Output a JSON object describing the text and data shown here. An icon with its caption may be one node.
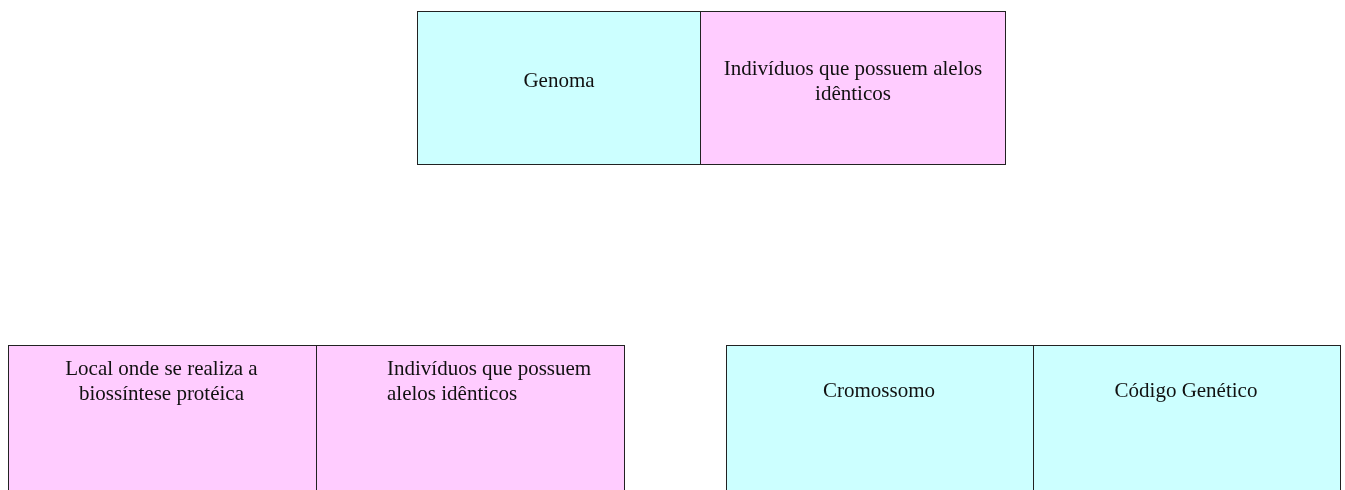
{
  "diagram": {
    "nodes": [
      {
        "text": [
          "Genoma"
        ]
      },
      {
        "text": [
          "Indivíduos que possuem alelos idênticos"
        ]
      },
      {
        "text": [
          "Local onde se realiza a biossíntese protéica"
        ]
      },
      {
        "text": [
          "Indivíduos que possuem alelos idênticos"
        ]
      },
      {
        "text": [
          "Cromossomo"
        ]
      },
      {
        "text": [
          "Código Genético"
        ]
      }
    ]
  }
}
